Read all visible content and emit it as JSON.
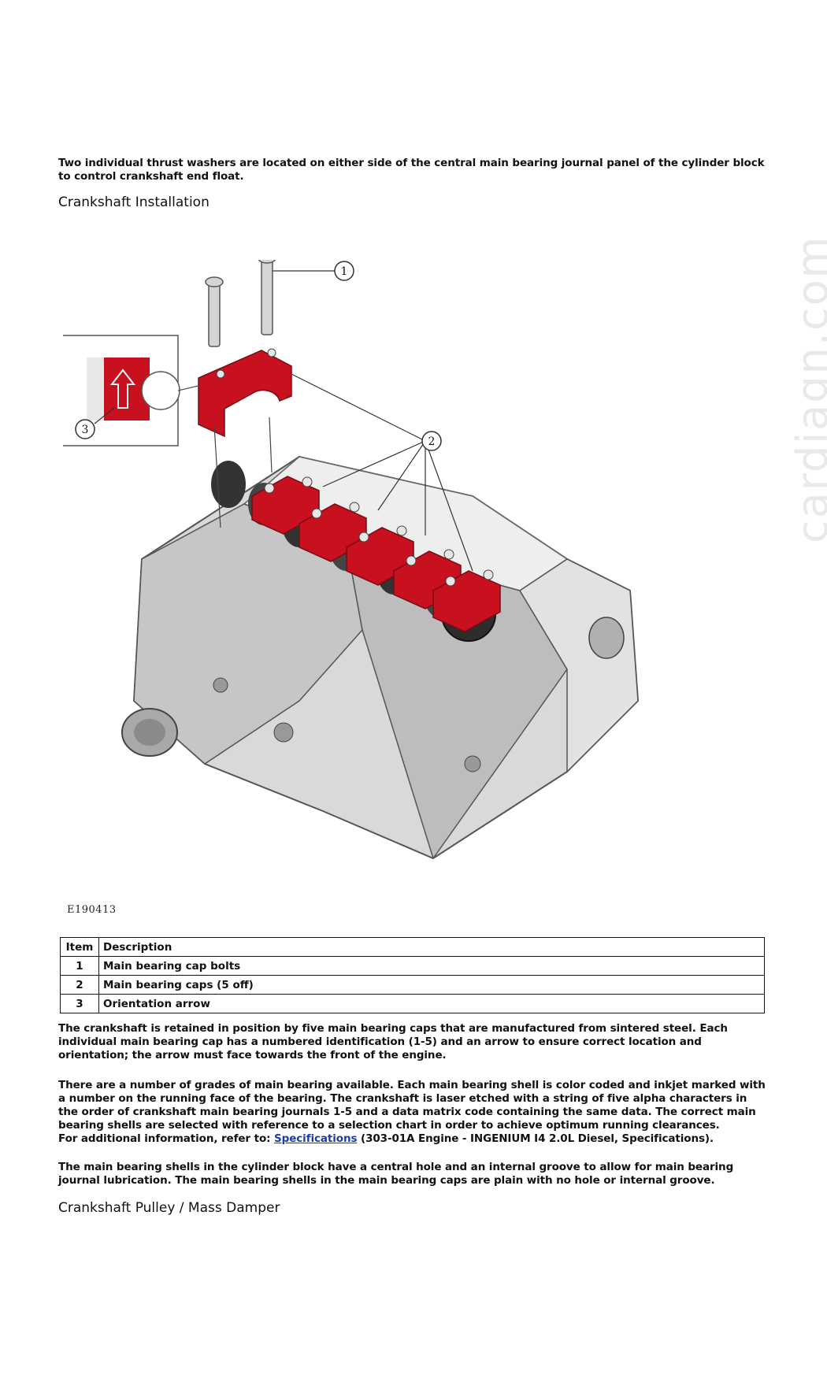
{
  "intro": "Two individual thrust washers are located on either side of the central main bearing journal panel of the cylinder block to control crankshaft end float.",
  "heading1": "Crankshaft Installation",
  "figure": {
    "callouts": [
      "1",
      "2",
      "3"
    ],
    "id": "E190413",
    "accent_color": "#c8101e",
    "watermark": "cardiagn.com"
  },
  "table": {
    "headers": [
      "Item",
      "Description"
    ],
    "rows": [
      [
        "1",
        "Main bearing cap bolts"
      ],
      [
        "2",
        "Main bearing caps (5 off)"
      ],
      [
        "3",
        "Orientation arrow"
      ]
    ]
  },
  "para1": "The crankshaft is retained in position by five main bearing caps that are manufactured from sintered steel. Each individual main bearing cap has a numbered identification (1-5) and an arrow to ensure correct location and orientation; the arrow must face towards the front of the engine.",
  "para2": "There are a number of grades of main bearing available. Each main bearing shell is color coded and inkjet marked with a number on the running face of the bearing. The crankshaft is laser etched with a string of five alpha characters in the order of crankshaft main bearing journals 1-5 and a data matrix code containing the same data. The correct main bearing shells are selected with reference to a selection chart in order to achieve optimum running clearances.",
  "para2_ref": {
    "prefix": "For additional information, refer to: ",
    "link": "Specifications",
    "suffix": " (303-01A Engine - INGENIUM I4 2.0L Diesel, Specifications)."
  },
  "para3": "The main bearing shells in the cylinder block have a central hole and an internal groove to allow for main bearing journal lubrication. The main bearing shells in the main bearing caps are plain with no hole or internal groove.",
  "heading2": "Crankshaft Pulley / Mass Damper"
}
